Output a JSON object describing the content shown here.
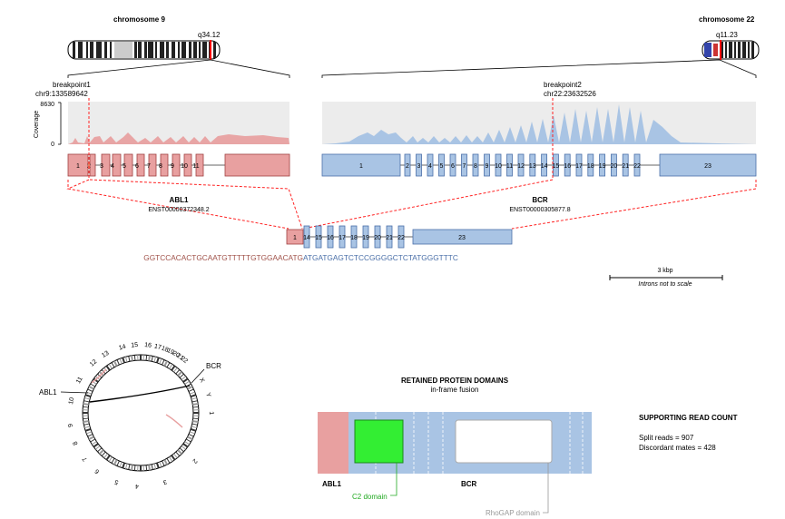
{
  "chromosome_a": {
    "name": "chromosome 9",
    "band": "q34.12"
  },
  "chromosome_b": {
    "name": "chromosome 22",
    "band": "q11.23"
  },
  "breakpoint1": {
    "label": "breakpoint1",
    "position": "chr9:133589642"
  },
  "breakpoint2": {
    "label": "breakpoint2",
    "position": "chr22:23632526"
  },
  "coverage": {
    "axis_label": "Coverage",
    "max": "8630",
    "min": "0"
  },
  "gene_a": {
    "name": "ABL1",
    "transcript": "ENST00000372348.2",
    "exons": [
      "1",
      "2",
      "3",
      "4",
      "5",
      "6",
      "7",
      "8",
      "9",
      "10",
      "11"
    ],
    "color": "#e8a0a0"
  },
  "gene_b": {
    "name": "BCR",
    "transcript": "ENST00000305877.8",
    "exons": [
      "1",
      "2",
      "3",
      "4",
      "5",
      "6",
      "7",
      "8",
      "9",
      "10",
      "11",
      "12",
      "13",
      "14",
      "15",
      "16",
      "17",
      "18",
      "19",
      "20",
      "21",
      "22",
      "23"
    ],
    "color": "#a9c4e4"
  },
  "fusion": {
    "exons_a": [
      "1"
    ],
    "exons_b": [
      "14",
      "15",
      "16",
      "17",
      "18",
      "19",
      "20",
      "21",
      "22",
      "23"
    ],
    "sequence_a": "GGTCCACACTGCAATGTTTTTGTGGAACATG",
    "sequence_b": "ATGATGAGTCTCCGGGGCTCTATGGGTTTC",
    "color_a": "#a0524a",
    "color_b": "#4a6fa8"
  },
  "scale": {
    "label": "3 kbp",
    "note": "Introns not to scale"
  },
  "circos": {
    "labels": [
      "1",
      "2",
      "3",
      "4",
      "5",
      "6",
      "7",
      "8",
      "9",
      "10",
      "11",
      "12",
      "13",
      "14",
      "15",
      "16",
      "17",
      "18",
      "19",
      "20",
      "21",
      "22",
      "X",
      "Y"
    ],
    "gene_a": "ABL1",
    "gene_b": "BCR"
  },
  "domains": {
    "title": "RETAINED PROTEIN DOMAINS",
    "subtitle": "in-frame fusion",
    "gene_a": "ABL1",
    "gene_b": "BCR",
    "items": [
      {
        "label": "C2 domain",
        "color": "#33ee33",
        "label_color": "#22aa22"
      },
      {
        "label": "RhoGAP domain",
        "color": "#ffffff",
        "label_color": "#999999"
      }
    ]
  },
  "reads": {
    "title": "SUPPORTING READ COUNT",
    "split": "Split reads = 907",
    "discordant": "Discordant mates = 428"
  }
}
